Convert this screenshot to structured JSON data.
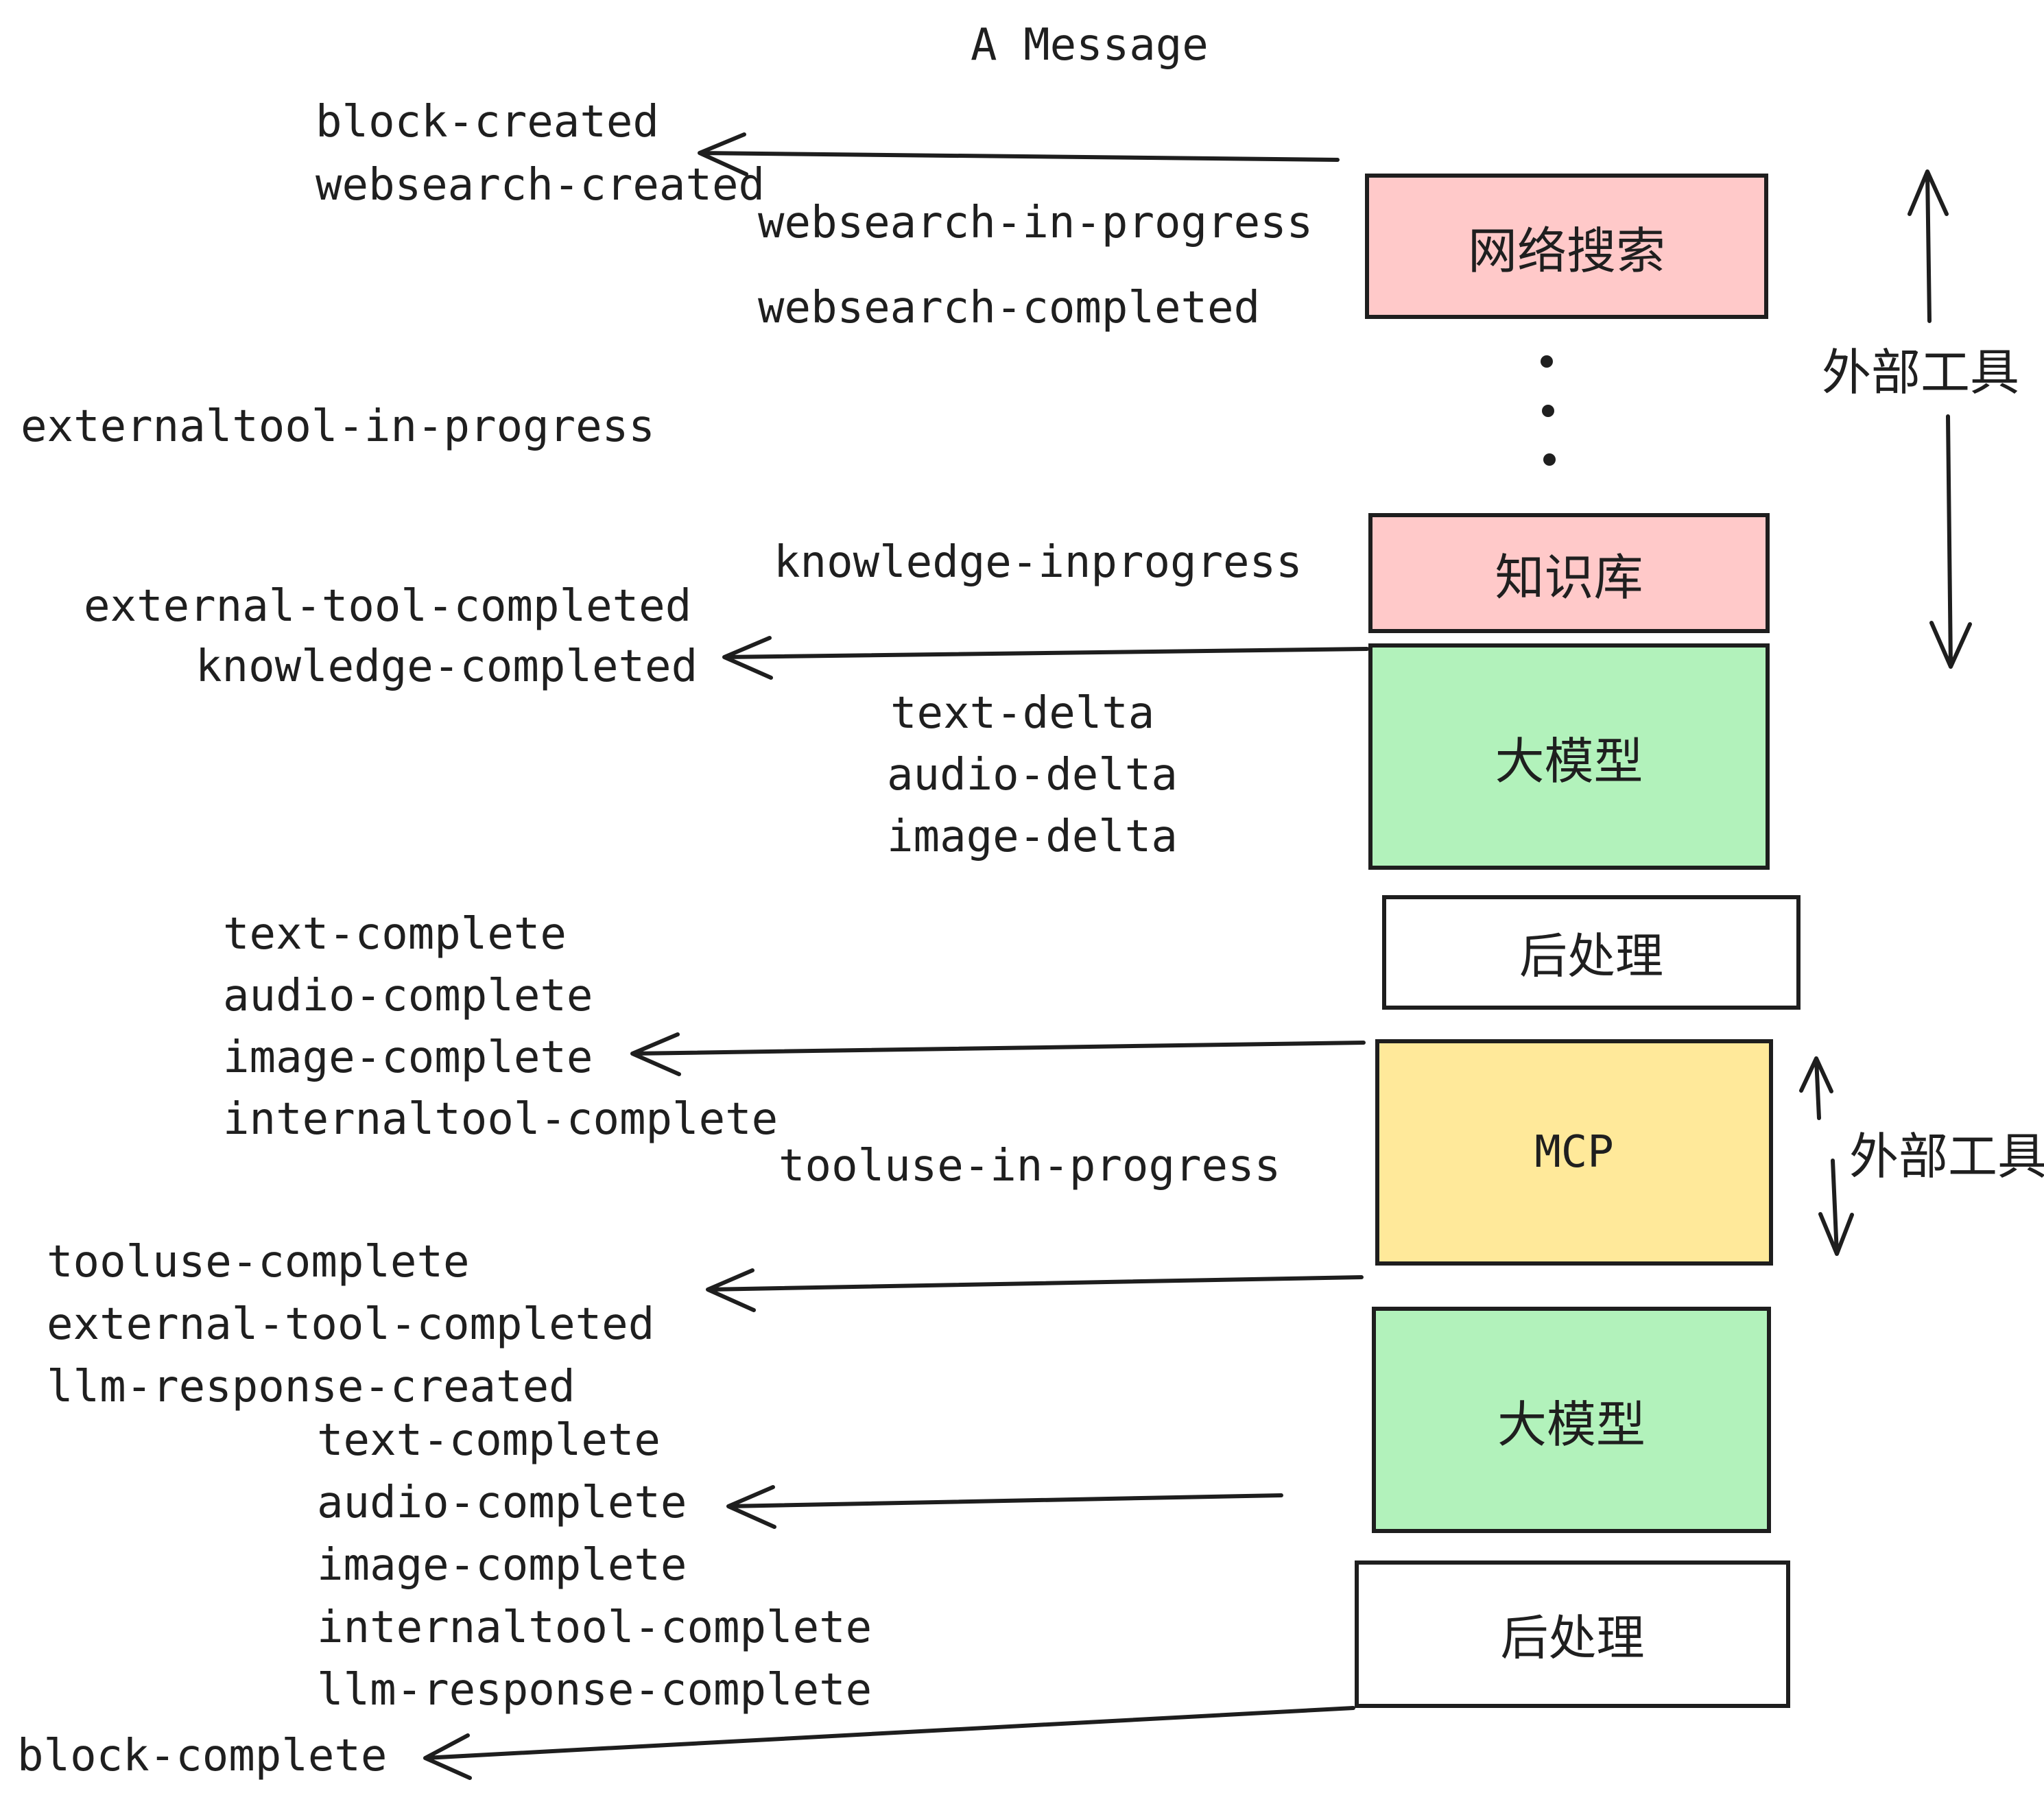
{
  "title": "A Message",
  "events": [
    "block-created",
    "websearch-created",
    "websearch-in-progress",
    "websearch-completed",
    "externaltool-in-progress",
    "knowledge-inprogress",
    "external-tool-completed",
    "knowledge-completed",
    "text-delta",
    "audio-delta",
    "image-delta",
    "text-complete",
    "audio-complete",
    "image-complete",
    "internaltool-complete",
    "tooluse-in-progress",
    "tooluse-complete",
    "external-tool-completed",
    "llm-response-created",
    "text-complete",
    "audio-complete",
    "image-complete",
    "internaltool-complete",
    "llm-response-complete",
    "block-complete"
  ],
  "boxes": {
    "websearch": {
      "label": "网络搜索"
    },
    "knowledge": {
      "label": "知识库"
    },
    "llm1": {
      "label": "大模型"
    },
    "post1": {
      "label": "后处理"
    },
    "mcp": {
      "label": "MCP"
    },
    "llm2": {
      "label": "大模型"
    },
    "post2": {
      "label": "后处理"
    }
  },
  "annotations": {
    "external_tools_top": "外部工具",
    "external_tools_mcp": "外部工具"
  },
  "colors": {
    "pink": "#ffc9c9",
    "green": "#b2f2bb",
    "yellow": "#ffe99a",
    "border": "#1e1e1e",
    "text": "#1f1f1f"
  }
}
